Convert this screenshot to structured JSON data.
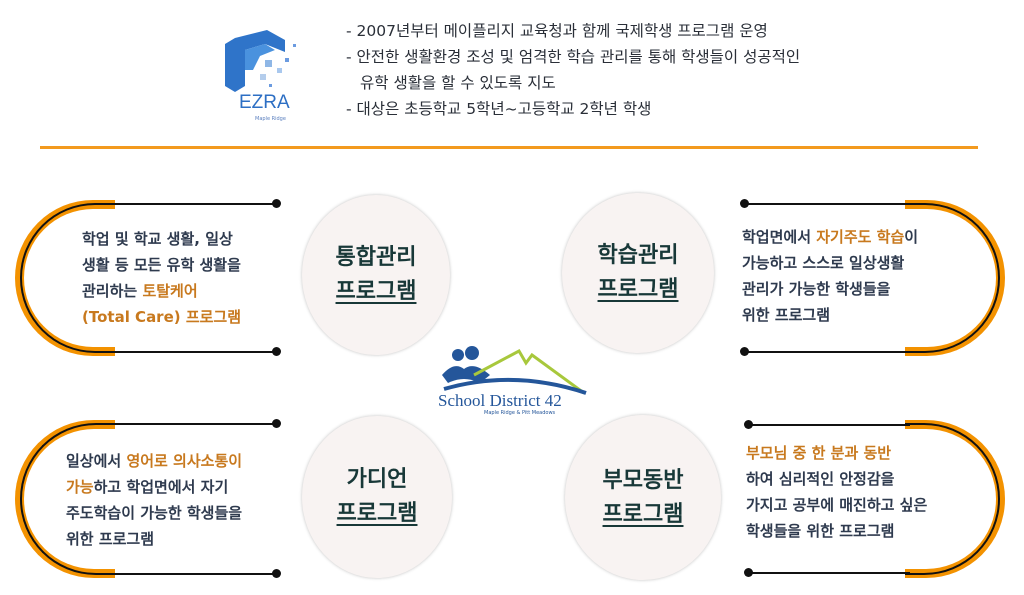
{
  "logo": {
    "name": "EZRA",
    "subtitle": "Maple Ridge"
  },
  "intro": [
    "- 2007년부터 메이플리지 교육청과 함께 국제학생 프로그램 운영",
    "- 안전한 생활환경 조성 및 엄격한 학습 관리를 통해 학생들이 성공적인",
    "유학 생활을 할 수 있도록 지도",
    "- 대상은 초등학교 5학년~고등학교 2학년 학생"
  ],
  "center_logo": {
    "name": "School District 42",
    "subtitle": "Maple Ridge & Pitt Meadows"
  },
  "programs": [
    {
      "title": [
        "통합관리",
        "프로그램"
      ],
      "desc": [
        [
          "학업 및 학교 생활, 일상",
          ""
        ],
        [
          "생활 등 모든 유학 생활을",
          ""
        ],
        [
          "관리하는 ",
          "토탈케어"
        ],
        [
          "",
          "(Total Care) 프로그램"
        ]
      ]
    },
    {
      "title": [
        "학습관리",
        "프로그램"
      ],
      "desc": [
        [
          "학업면에서 ",
          "자기주도 학습",
          "이"
        ],
        [
          "가능하고 스스로 일상생활",
          "",
          ""
        ],
        [
          "관리가 가능한 학생들을",
          "",
          ""
        ],
        [
          "위한 프로그램",
          "",
          ""
        ]
      ]
    },
    {
      "title": [
        "가디언",
        "프로그램"
      ],
      "desc": [
        [
          "일상에서 ",
          "영어로 의사소통이"
        ],
        [
          "",
          "가능",
          "하고 학업면에서 자기"
        ],
        [
          "주도학습이 가능한 학생들을"
        ],
        [
          "위한 프로그램"
        ]
      ]
    },
    {
      "title": [
        "부모동반",
        "프로그램"
      ],
      "desc": [
        [
          "",
          "부모님 중 한 분과 동반"
        ],
        [
          "하여 심리적인 안정감을"
        ],
        [
          "가지고 공부에 매진하고 싶은"
        ],
        [
          "학생들을 위한 프로그램"
        ]
      ]
    }
  ],
  "colors": {
    "accent": "#f39200",
    "highlight": "#c8791e",
    "text": "#2e3a4e"
  }
}
